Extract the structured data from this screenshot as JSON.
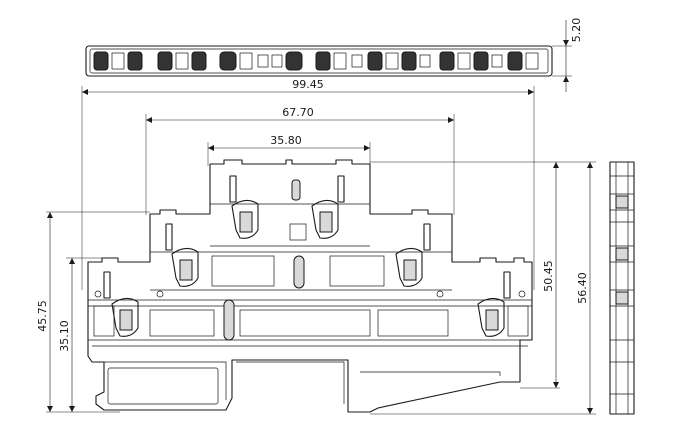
{
  "dimensions": {
    "top_width": "5.20",
    "overall_width": "99.45",
    "mid_width": "67.70",
    "inner_width": "35.80",
    "left_height_outer": "45.75",
    "left_height_inner": "35.10",
    "right_height_inner": "50.45",
    "right_height_outer": "56.40"
  }
}
